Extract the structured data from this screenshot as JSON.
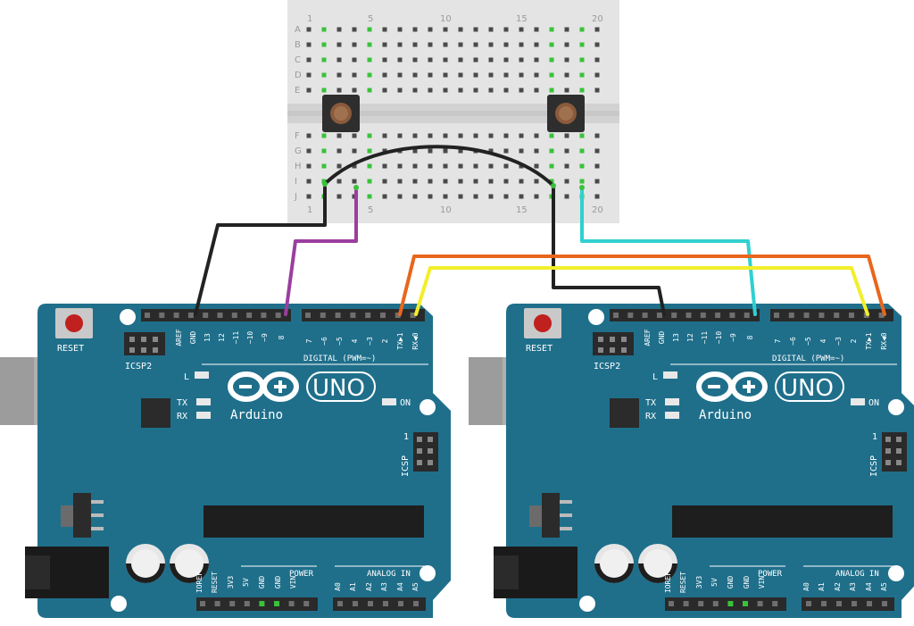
{
  "breadboard": {
    "column_numbers": [
      "1",
      "5",
      "10",
      "15",
      "20"
    ],
    "row_letters_top": [
      "A",
      "B",
      "C",
      "D",
      "E"
    ],
    "row_letters_bottom": [
      "F",
      "G",
      "H",
      "I",
      "J"
    ]
  },
  "boards": [
    {
      "id": "left",
      "reset_label": "RESET",
      "icsp2_label": "ICSP2",
      "header_labels": [
        "AREF",
        "GND",
        "13",
        "12",
        "~11",
        "~10",
        "~9",
        "8"
      ],
      "header_labels_right": [
        "7",
        "~6",
        "~5",
        "4",
        "~3",
        "2",
        "TX▶1",
        "RX◀0"
      ],
      "digital_label": "DIGITAL (PWM=~)",
      "l_label": "L",
      "tx_label": "TX",
      "rx_label": "RX",
      "on_label": "ON",
      "brand": "Arduino",
      "model": "UNO",
      "icsp_label": "ICSP",
      "icsp_pin_label": "1",
      "power_label": "POWER",
      "analog_label": "ANALOG IN",
      "power_pins": [
        "IOREF",
        "RESET",
        "3V3",
        "5V",
        "GND",
        "GND",
        "VIN"
      ],
      "analog_pins": [
        "A0",
        "A1",
        "A2",
        "A3",
        "A4",
        "A5"
      ]
    },
    {
      "id": "right",
      "reset_label": "RESET",
      "icsp2_label": "ICSP2",
      "header_labels": [
        "AREF",
        "GND",
        "13",
        "12",
        "~11",
        "~10",
        "~9",
        "8"
      ],
      "header_labels_right": [
        "7",
        "~6",
        "~5",
        "4",
        "~3",
        "2",
        "TX▶1",
        "RX◀0"
      ],
      "digital_label": "DIGITAL (PWM=~)",
      "l_label": "L",
      "tx_label": "TX",
      "rx_label": "RX",
      "on_label": "ON",
      "brand": "Arduino",
      "model": "UNO",
      "icsp_label": "ICSP",
      "icsp_pin_label": "1",
      "power_label": "POWER",
      "analog_label": "ANALOG IN",
      "power_pins": [
        "IOREF",
        "RESET",
        "3V3",
        "5V",
        "GND",
        "GND",
        "VIN"
      ],
      "analog_pins": [
        "A0",
        "A1",
        "A2",
        "A3",
        "A4",
        "A5"
      ]
    }
  ],
  "wires": [
    {
      "name": "black-gnd-left",
      "color": "#222222"
    },
    {
      "name": "purple-pin8-left",
      "color": "#9b3e9e"
    },
    {
      "name": "black-bridge",
      "color": "#222222"
    },
    {
      "name": "black-gnd-right",
      "color": "#222222"
    },
    {
      "name": "cyan-pin8-right",
      "color": "#30d0d0"
    },
    {
      "name": "orange-tx-rx",
      "color": "#e8661e"
    },
    {
      "name": "yellow-rx-tx",
      "color": "#f2ee2a"
    }
  ],
  "colors": {
    "board": "#1f6f8b",
    "board_dark": "#17596f",
    "breadboard": "#e4e4e4",
    "hole": "#4a4a4a",
    "hole_active": "#39c23a",
    "header": "#2a2a2a"
  }
}
